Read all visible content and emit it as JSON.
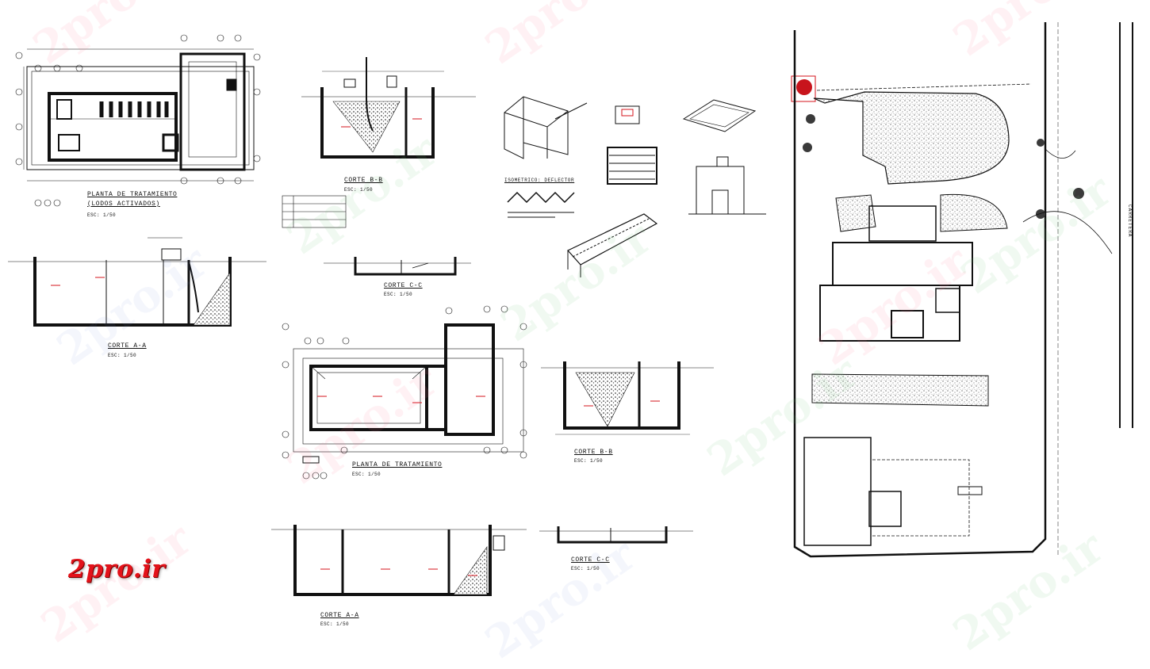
{
  "watermark": {
    "text": "2pro.ir"
  },
  "brand": {
    "text": "2pro.ir",
    "color": "#e3121a"
  },
  "colors": {
    "line": "#111111",
    "dim_red": "#d4141c",
    "hatch": "#555555",
    "tree": "#3a3a3a"
  },
  "labels": {
    "plan_1_title": "PLANTA DE TRATAMIENTO",
    "plan_1_subtitle": "(LODOS ACTIVADOS)",
    "plan_1_scale": "ESC: 1/50",
    "corte_bb_1": "CORTE B-B",
    "corte_bb_1_scale": "ESC: 1/50",
    "isometric": "ISOMETRICO: DEFLECTOR",
    "corte_aa_1": "CORTE A-A",
    "corte_aa_1_scale": "ESC: 1/50",
    "corte_cc_1": "CORTE C-C",
    "corte_cc_1_scale": "ESC: 1/50",
    "plan_2_title": "PLANTA DE TRATAMIENTO",
    "plan_2_scale": "ESC: 1/50",
    "corte_bb_2": "CORTE B-B",
    "corte_bb_2_scale": "ESC: 1/50",
    "corte_cc_2": "CORTE C-C",
    "corte_cc_2_scale": "ESC: 1/50",
    "corte_aa_2": "CORTE A-A",
    "corte_aa_2_scale": "ESC: 1/50",
    "road": "CARRETERA"
  }
}
